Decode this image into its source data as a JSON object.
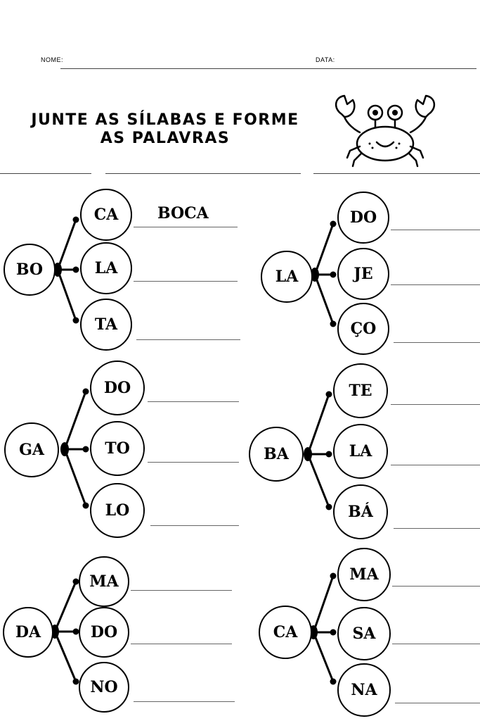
{
  "header": {
    "name_label": "NOME:",
    "date_label": "DATA:"
  },
  "title": {
    "line1": "JUNTE AS SÍLABAS E FORME",
    "line2": "AS PALAVRAS"
  },
  "illustration": {
    "icon": "crab-icon"
  },
  "groups": [
    {
      "root": "BO",
      "syllables": [
        "CA",
        "LA",
        "TA"
      ],
      "answers": [
        "BOCA",
        "",
        ""
      ]
    },
    {
      "root": "LA",
      "syllables": [
        "DO",
        "JE",
        "ÇO"
      ],
      "answers": [
        "",
        "",
        ""
      ]
    },
    {
      "root": "GA",
      "syllables": [
        "DO",
        "TO",
        "LO"
      ],
      "answers": [
        "",
        "",
        ""
      ]
    },
    {
      "root": "BA",
      "syllables": [
        "TE",
        "LA",
        "BÁ"
      ],
      "answers": [
        "",
        "",
        ""
      ]
    },
    {
      "root": "DA",
      "syllables": [
        "MA",
        "DO",
        "NO"
      ],
      "answers": [
        "",
        "",
        ""
      ]
    },
    {
      "root": "CA",
      "syllables": [
        "MA",
        "SA",
        "NA"
      ],
      "answers": [
        "",
        "",
        ""
      ]
    }
  ]
}
